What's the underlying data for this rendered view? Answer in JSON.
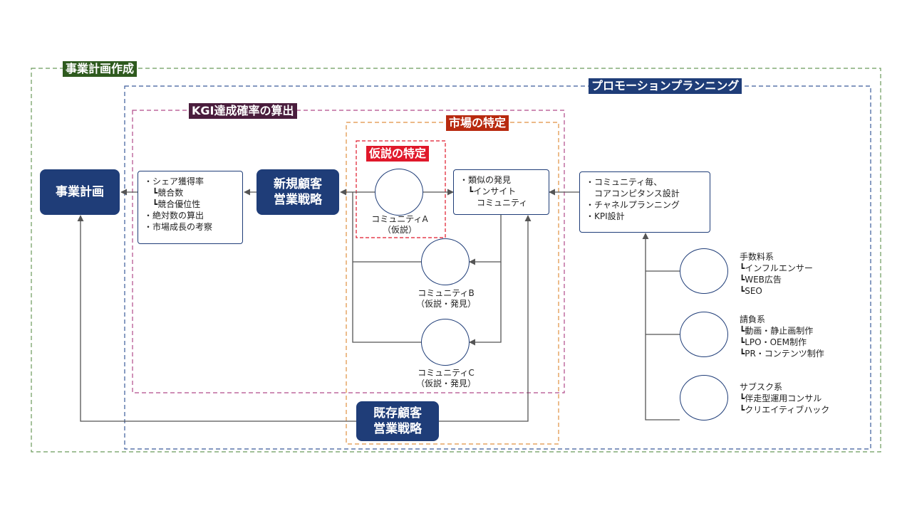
{
  "groups": {
    "business_plan": "事業計画作成",
    "promotion": "プロモーションプランニング",
    "kgi": "KGI達成確率の算出",
    "market": "市場の特定",
    "hypothesis": "仮説の特定"
  },
  "nodes": {
    "business_plan": "事業計画",
    "new_customer": "新規顧客\n営業戦略",
    "existing_customer": "既存顧客\n営業戦略"
  },
  "kgi_box": [
    "・シェア獲得率",
    "　┗競合数",
    "　┗競合優位性",
    "・絶対数の算出",
    "・市場成長の考察"
  ],
  "discovery_box": [
    "・類似の発見",
    "　┗インサイト",
    "　　コミュニティ"
  ],
  "community_design_box": [
    "・コミュニティ毎、",
    "　コアコンピタンス設計",
    "・チャネルプランニング",
    "・KPI設計"
  ],
  "communities": {
    "a": "コミュニティA\n（仮説）",
    "b": "コミュニティB\n（仮説・発見）",
    "c": "コミュニティC\n（仮説・発見）"
  },
  "promotions": [
    {
      "title": "手数料系",
      "items": [
        "┗インフルエンサー",
        "┗WEB広告",
        "┗SEO"
      ]
    },
    {
      "title": "請負系",
      "items": [
        "┗動画・静止画制作",
        "┗LPO・OEM制作",
        "┗PR・コンテンツ制作"
      ]
    },
    {
      "title": "サブスク系",
      "items": [
        "┗伴走型運用コンサル",
        "┗クリエイティブハック"
      ]
    }
  ],
  "colors": {
    "navy": "#1f3d78",
    "green_label": "#2e5a1e",
    "purple_label": "#4a1d3d",
    "market_label": "#b82a0f",
    "hypothesis_label": "#e0182a"
  }
}
